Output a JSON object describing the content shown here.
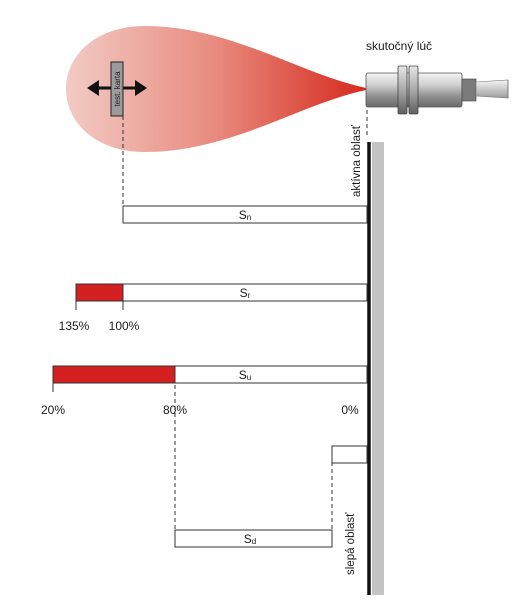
{
  "labels": {
    "beam": "skutočný lúč",
    "active_zone": "aktívna oblasť",
    "blind_zone": "slepá oblasť",
    "test_card": "test. karta"
  },
  "bars": {
    "sn": {
      "base": "S",
      "sub": "n"
    },
    "sr": {
      "base": "S",
      "sub": "r",
      "left_pct": "135%",
      "right_pct": "100%"
    },
    "su": {
      "base": "S",
      "sub": "u",
      "left_pct": "20%",
      "mid_pct": "80%",
      "right_pct": "0%"
    },
    "sd": {
      "base": "S",
      "sub": "d"
    }
  },
  "colors": {
    "red": "#d42020",
    "beam_red": "#d93328",
    "beam_light": "#f0c4bc",
    "wall": "#c4c4c4",
    "line": "#111111"
  }
}
